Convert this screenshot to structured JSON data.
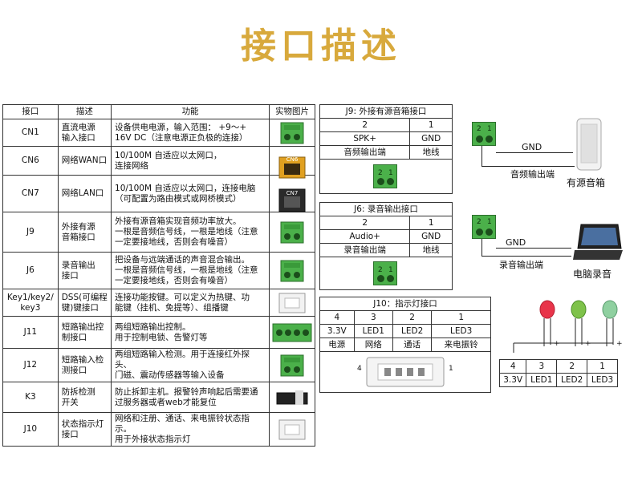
{
  "page": {
    "title": "接口描述"
  },
  "main_table": {
    "headers": [
      "接口",
      "描述",
      "功能",
      "实物图片"
    ],
    "rows": [
      {
        "port": "CN1",
        "desc": [
          "直流电源",
          "输入接口"
        ],
        "func": [
          "设备供电电源，输入范围： +9～+",
          "16V DC（注意电源正负极的连接）"
        ]
      },
      {
        "port": "CN6",
        "desc": [
          "网络WAN口"
        ],
        "func": [
          "10/100M 自适应以太网口，",
          "连接网络"
        ]
      },
      {
        "port": "CN7",
        "desc": [
          "网络LAN口"
        ],
        "func": [
          "10/100M 自适应以太网口，连接电脑",
          "（可配置为路由模式或网桥模式）"
        ]
      },
      {
        "port": "J9",
        "desc": [
          "外接有源",
          "音箱接口"
        ],
        "func": [
          "外接有源音箱实现音频功率放大。",
          "一根是音频信号线，一根是地线（注意",
          "一定要接地线，否则会有噪音）"
        ]
      },
      {
        "port": "J6",
        "desc": [
          "录音输出",
          "接口"
        ],
        "func": [
          "把设备与远端通话的声音混合输出。",
          "一根是音频信号线，一根是地线（注意",
          "一定要接地线，否则会有噪音）"
        ]
      },
      {
        "port": "Key1/key2/\nkey3",
        "desc": [
          "DSS(可编程",
          "键)键接口"
        ],
        "func": [
          "连接功能按键。可以定义为热键、功",
          "能键（挂机、免提等）、组播键"
        ]
      },
      {
        "port": "J11",
        "desc": [
          "短路输出控",
          "制接口"
        ],
        "func": [
          "两组短路输出控制。",
          "用于控制电锁、告警灯等"
        ]
      },
      {
        "port": "J12",
        "desc": [
          "短路输入检",
          "测接口"
        ],
        "func": [
          "两组短路输入检测。用于连接红外探头、",
          "门磁、震动传感器等输入设备"
        ]
      },
      {
        "port": "K3",
        "desc": [
          "防拆检测",
          "开关"
        ],
        "func": [
          "防止拆卸主机。报警铃声响起后需要通",
          "过服务器或者web才能复位"
        ]
      },
      {
        "port": "J10",
        "desc": [
          "状态指示灯",
          "接口"
        ],
        "func": [
          "网络和注册、通话、来电振铃状态指示。",
          "用于外接状态指示灯"
        ]
      }
    ],
    "cn6_label": "CN6",
    "cn7_label": "CN7"
  },
  "j9": {
    "title": "J9: 外接有源音箱接口",
    "pins": [
      "2",
      "1"
    ],
    "signals": [
      "SPK+",
      "GND"
    ],
    "meanings": [
      "音频输出端",
      "地线"
    ]
  },
  "j6": {
    "title": "J6: 录音输出接口",
    "pins": [
      "2",
      "1"
    ],
    "signals": [
      "Audio+",
      "GND"
    ],
    "meanings": [
      "录音输出端",
      "地线"
    ]
  },
  "j10": {
    "title": "J10：指示灯接口",
    "pins": [
      "4",
      "3",
      "2",
      "1"
    ],
    "signals": [
      "3.3V",
      "LED1",
      "LED2",
      "LED3"
    ],
    "meanings": [
      "电源",
      "网络",
      "通话",
      "来电振铃"
    ],
    "board_pin_left": "4",
    "board_pin_right": "1"
  },
  "diagram_speaker": {
    "gnd": "GND",
    "out": "音频输出端",
    "device": "有源音箱",
    "pin_labels": [
      "2",
      "1"
    ]
  },
  "diagram_pc": {
    "gnd": "GND",
    "out": "录音输出端",
    "device": "电脑录音",
    "pin_labels": [
      "2",
      "1"
    ]
  },
  "diagram_led": {
    "pins": [
      "4",
      "3",
      "2",
      "1"
    ],
    "signals": [
      "3.3V",
      "LED1",
      "LED2",
      "LED3"
    ],
    "plus": "+",
    "led_colors": [
      "#e8344a",
      "#7ec24a",
      "#8fd0a0"
    ]
  },
  "colors": {
    "title": "#d8a93c",
    "connector": "#4bb04a"
  }
}
